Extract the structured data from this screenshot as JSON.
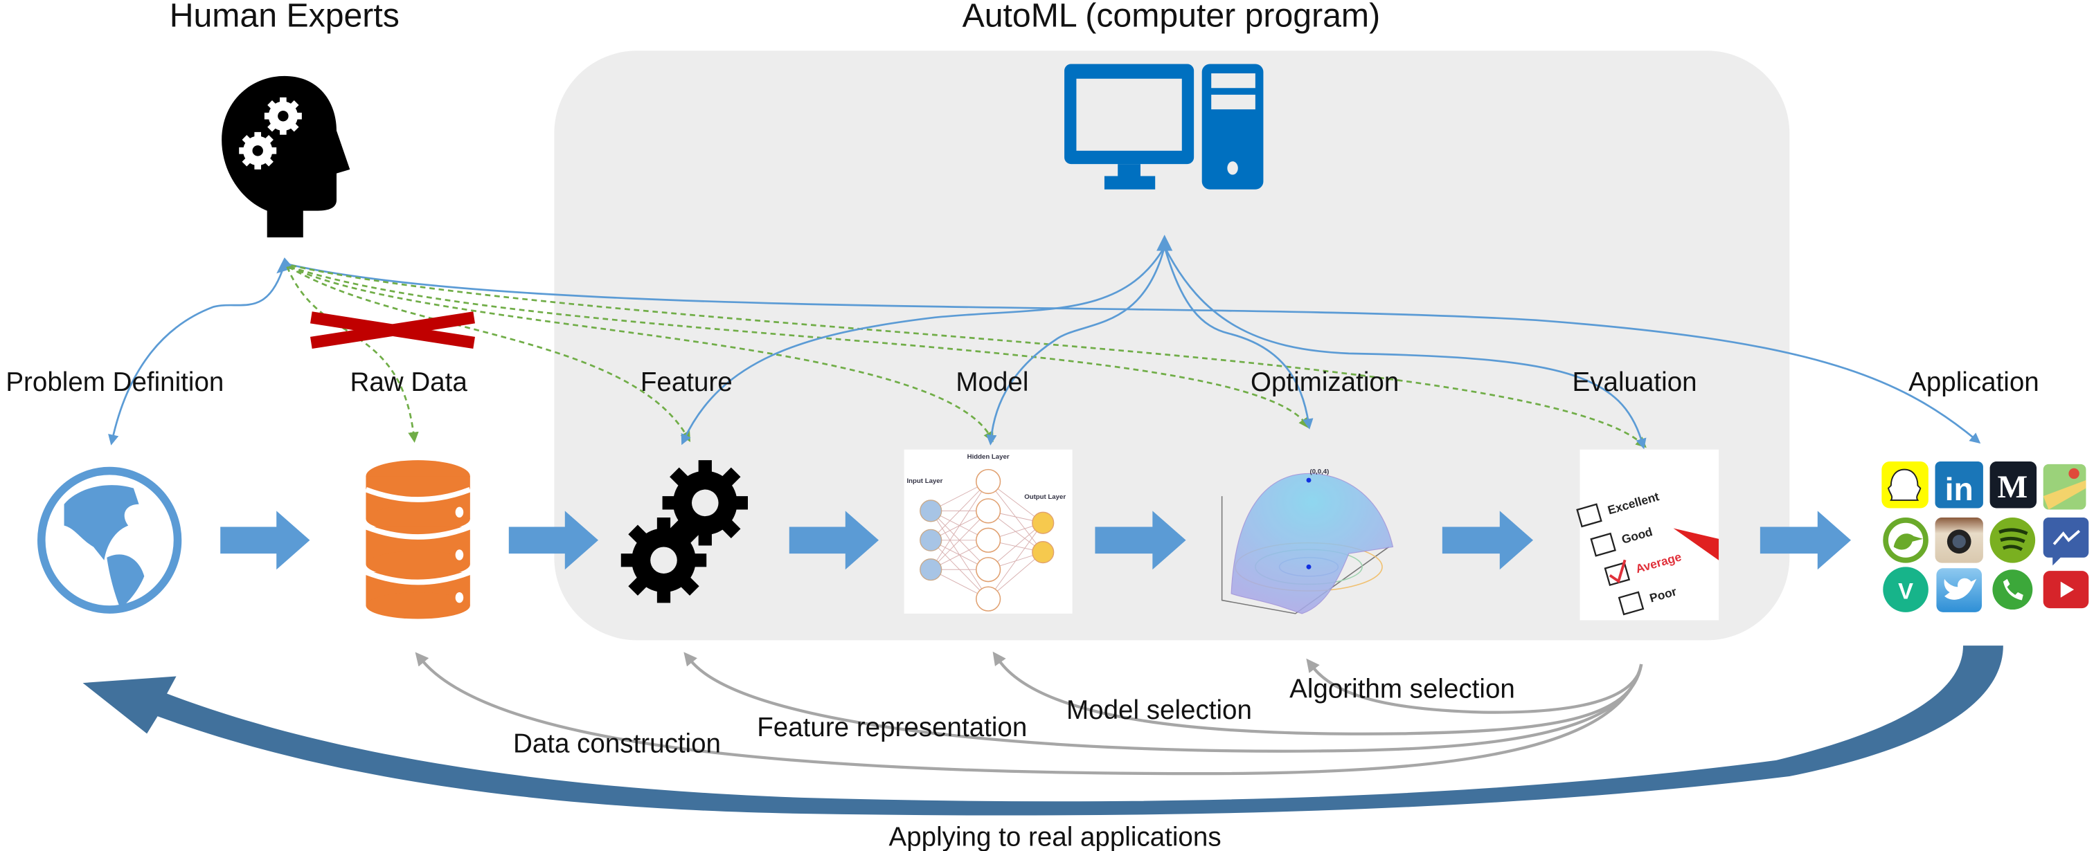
{
  "titles": {
    "human": "Human Experts",
    "automl": "AutoML (computer program)"
  },
  "stages": [
    {
      "label": "Problem Definition",
      "icon": "globe-icon"
    },
    {
      "label": "Raw Data",
      "icon": "database-icon"
    },
    {
      "label": "Feature",
      "icon": "gears-icon"
    },
    {
      "label": "Model",
      "icon": "neural-network-icon"
    },
    {
      "label": "Optimization",
      "icon": "surface-plot-icon"
    },
    {
      "label": "Evaluation",
      "icon": "checklist-icon"
    },
    {
      "label": "Application",
      "icon": "app-icons-grid"
    }
  ],
  "feedback": {
    "data_construction": "Data construction",
    "feature_representation": "Feature representation",
    "model_selection": "Model selection",
    "algorithm_selection": "Algorithm selection",
    "applying": "Applying to real applications"
  },
  "nn": {
    "hidden": "Hidden Layer",
    "input": "Input Layer",
    "output": "Output Layer"
  },
  "surface": {
    "peak_label": "(0,0,4)"
  },
  "evaluation": {
    "options": [
      "Excellent",
      "Good",
      "Average",
      "Poor"
    ],
    "checked": "Average"
  },
  "apps": [
    "Snapchat",
    "LinkedIn",
    "Le Monde",
    "Google Maps",
    "Kiwi",
    "Instagram",
    "Spotify",
    "Messenger",
    "Vine",
    "Twitter",
    "WhatsApp",
    "YouTube"
  ],
  "colors": {
    "blue": "#5b9bd5",
    "dark_blue": "#2f6fa8",
    "green": "#70ad47",
    "orange": "#ed7d31",
    "grey_box": "#ededed",
    "grey_arrow": "#a6a6a6",
    "red_cross": "#c00000",
    "computer_blue": "#0070c0"
  }
}
